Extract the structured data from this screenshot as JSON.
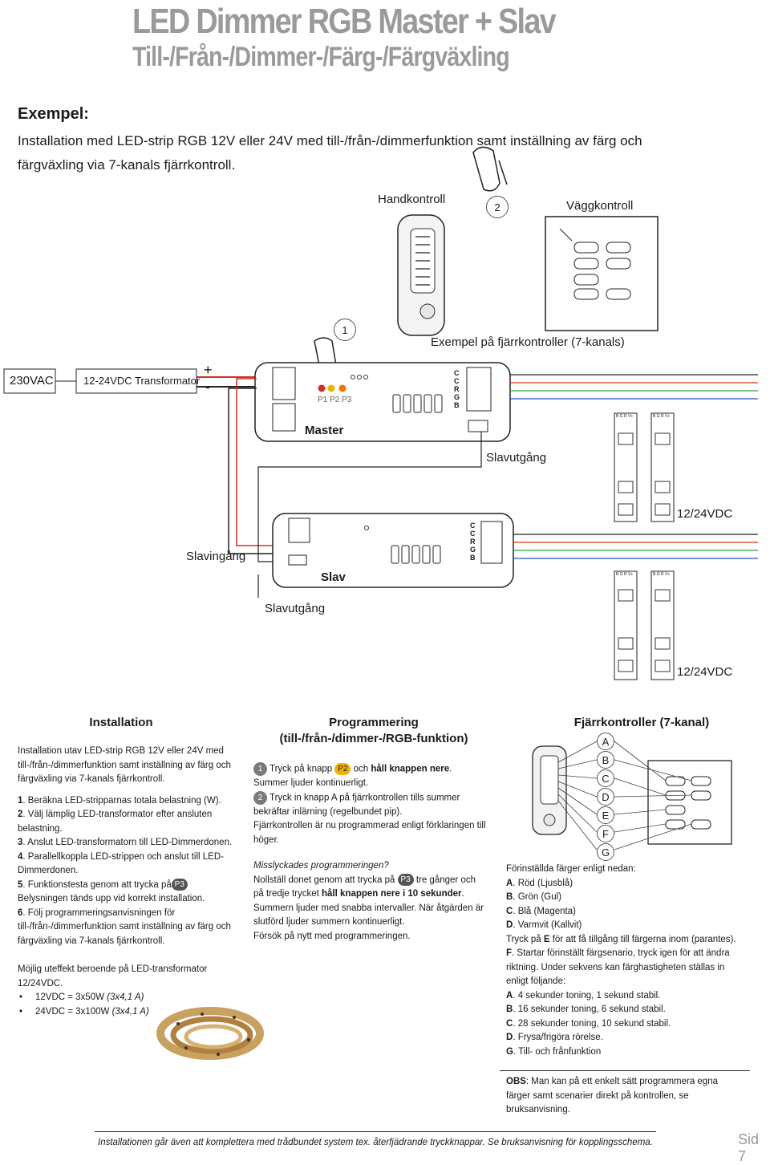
{
  "title": "LED Dimmer RGB Master + Slav",
  "subtitle": "Till-/Från-/Dimmer-/Färg-/Färgväxling",
  "example": {
    "heading": "Exempel:",
    "text": "Installation med LED-strip RGB 12V eller 24V med till-/från-/dimmerfunktion samt inställning av färg och färgväxling via 7-kanals fjärrkontroll."
  },
  "diagram": {
    "handkontroll": "Handkontroll",
    "vaggkontroll": "Väggkontroll",
    "step1": "1",
    "step2": "2",
    "remotes_caption": "Exempel på fjärrkontroller (7-kanals)",
    "mains": "230VAC",
    "transformer": "12-24VDC Transformator",
    "plus": "+",
    "minus": "-",
    "p_buttons": "P1 P2 P3",
    "master": "Master",
    "master_outputs": [
      "C",
      "C",
      "R",
      "G",
      "B"
    ],
    "slavutgang_1": "Slavutgång",
    "vdc_1": "12/24VDC",
    "slavingang": "Slavingång",
    "slav": "Slav",
    "slav_outputs": [
      "C",
      "C",
      "R",
      "G",
      "B"
    ],
    "slavutgang_2": "Slavutgång",
    "vdc_2": "12/24VDC",
    "strip_labels": "B G R V+"
  },
  "installation": {
    "heading": "Installation",
    "intro": "Installation utav LED-strip RGB 12V eller 24V med till-/från-/dimmerfunktion samt inställning av färg och färgväxling via 7-kanals fjärrkontroll.",
    "s1n": "1",
    "s1": ". Beräkna LED-stripparnas totala belastning (W).",
    "s2n": "2",
    "s2": ". Välj lämplig LED-transformator efter ansluten belastning.",
    "s3n": "3",
    "s3": ". Anslut LED-transformatorn till LED-Dimmerdonen.",
    "s4n": "4",
    "s4": ". Parallellkoppla LED-strippen och anslut till LED-Dimmerdonen.",
    "s5n": "5",
    "s5a": ". Funktionstesta genom att trycka på",
    "s5b": "P3",
    "s5c": "Belysningen tänds upp vid korrekt installation.",
    "s6n": "6",
    "s6": ". Följ programmeringsanvisningen för till-/från-/dimmerfunktion samt inställning av färg och färgväxling via 7-kanals fjärrkontroll.",
    "effect": "Möjlig uteffekt beroende på LED-transformator 12/24VDC.",
    "b1a": "12VDC = 3x50W ",
    "b1b": "(3x4,1 A)",
    "b2a": "24VDC = 3x100W ",
    "b2b": "(3x4,1 A)"
  },
  "programming": {
    "heading1": "Programmering",
    "heading2": "(till-/från-/dimmer-/RGB-funktion)",
    "p1n": "1",
    "p1a": "Tryck på knapp ",
    "p1b": "P2",
    "p1c": " och ",
    "p1d": "håll knappen nere",
    "p1e": ".",
    "p1f": "Summer ljuder kontinuerligt.",
    "p2n": "2",
    "p2a": "Tryck in knapp A på fjärrkontrollen tills summer bekräftar inlärning (regelbundet pip).",
    "p2b": "Fjärrkontrollen är nu programmerad enligt förklaringen till höger.",
    "fail": "Misslyckades programmeringen?",
    "r1a": "Nollställ donet genom att trycka på ",
    "r1b": "P3",
    "r1c": " tre gånger och på tredje trycket ",
    "r1d": "håll knappen nere i 10 sekunder",
    "r1e": ".",
    "r2": "Summern ljuder med snabba intervaller. När åtgärden är slutförd ljuder summern kontinuerligt.",
    "r3": "Försök på nytt med programmeringen."
  },
  "remote": {
    "heading": "Fjärrkontroller (7-kanal)",
    "keys": [
      "A",
      "B",
      "C",
      "D",
      "E",
      "F",
      "G"
    ],
    "preset": "Förinställda färger enligt nedan:",
    "cA": "A",
    "tA": ". Röd (Ljusblå)",
    "cB": "B",
    "tB": ". Grön (Gul)",
    "cC": "C",
    "tC": ". Blå (Magenta)",
    "cD": "D",
    "tD": ". Varmvit (Kallvit)",
    "e1": "Tryck på ",
    "e2": "E",
    "e3": " för att få tillgång till färgerna inom (parantes).",
    "f1": "F",
    "f2": ". Startar förinställt färgsenario, tryck igen för att ändra riktning. Under sekvens kan färghastigheten ställas in enligt följande:",
    "qA": "A",
    "sA": ". 4 sekunder toning, 1 sekund stabil.",
    "qB": "B",
    "sB": ". 16 sekunder toning, 6 sekund stabil.",
    "qC": "C",
    "sC": ". 28 sekunder toning, 10 sekund stabil.",
    "qD": "D",
    "sD": ". Frysa/frigöra rörelse.",
    "qG": "G",
    "sG": ". Till- och frånfunktion",
    "obs1": "OBS",
    "obs2": ": Man kan på ett enkelt sätt programmera egna färger samt scenarier direkt på kontrollen, se bruksanvisning."
  },
  "footer": "Installationen går även att komplettera med trådbundet system tex. återfjädrande tryckknappar. Se bruksanvisning för kopplingsschema.",
  "page": "Sid 7"
}
